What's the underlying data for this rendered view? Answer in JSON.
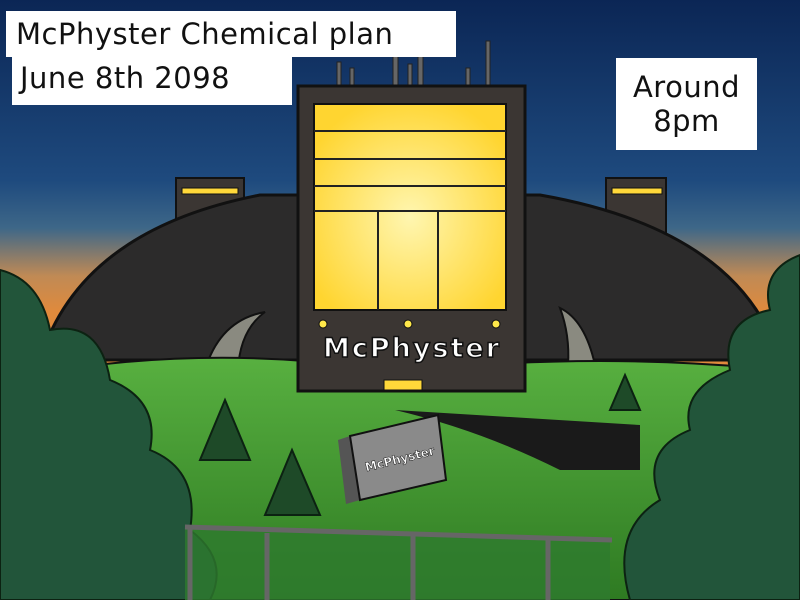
{
  "captions": {
    "location": "McPhyster Chemical plan",
    "date": "June 8th 2098",
    "time_line1": "Around",
    "time_line2": "8pm"
  },
  "building_sign": "McPhyster",
  "ground_sign": "McPhyster",
  "colors": {
    "sky_top": "#0b2655",
    "sky_horizon": "#e08a3c",
    "window": "#ffd83a",
    "grass": "#3a8a2a",
    "building": "#3b3633"
  }
}
